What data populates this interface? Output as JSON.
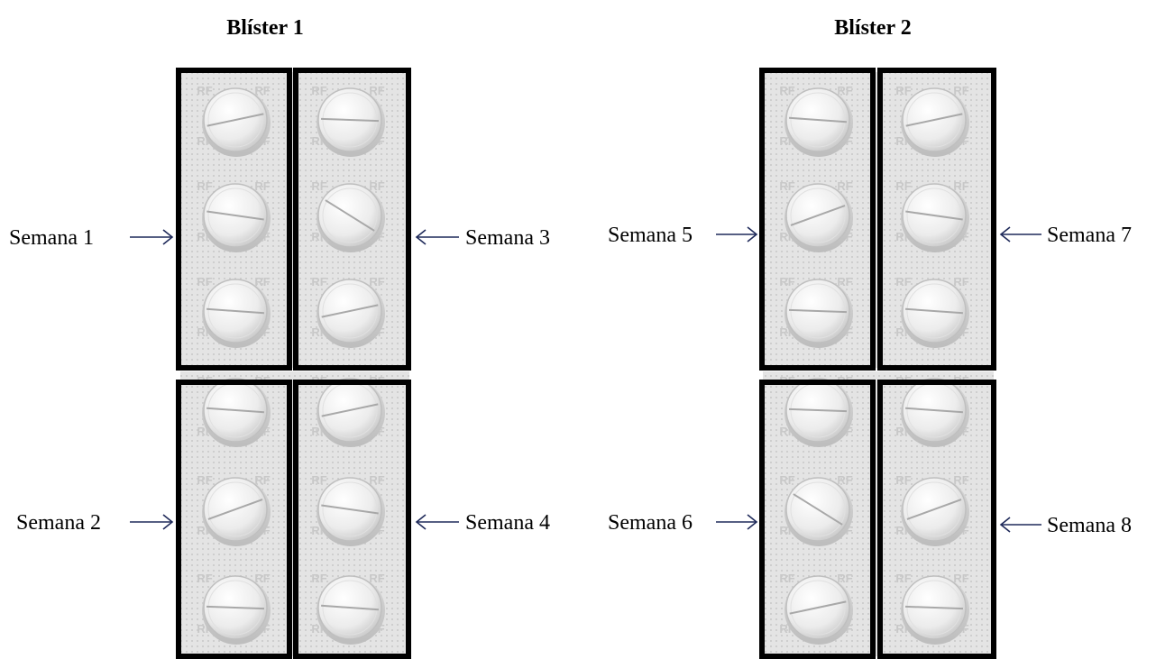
{
  "blisters": [
    {
      "title": "Blíster 1",
      "weeks": [
        {
          "label": "Semana 1",
          "side": "left",
          "tablets": 3
        },
        {
          "label": "Semana 2",
          "side": "left",
          "tablets": 3
        },
        {
          "label": "Semana 3",
          "side": "right",
          "tablets": 3
        },
        {
          "label": "Semana 4",
          "side": "right",
          "tablets": 3
        }
      ]
    },
    {
      "title": "Blíster 2",
      "weeks": [
        {
          "label": "Semana 5",
          "side": "left",
          "tablets": 3
        },
        {
          "label": "Semana 6",
          "side": "left",
          "tablets": 3
        },
        {
          "label": "Semana 7",
          "side": "right",
          "tablets": 3
        },
        {
          "label": "Semana 8",
          "side": "right",
          "tablets": 3
        }
      ]
    }
  ],
  "tablet_watermark": "RF",
  "colors": {
    "frame": "#000000",
    "arrow": "#1f2a5a",
    "foil": "#e2e2e2",
    "tablet": "#f2f2f2",
    "watermark": "#c8c8c8"
  }
}
